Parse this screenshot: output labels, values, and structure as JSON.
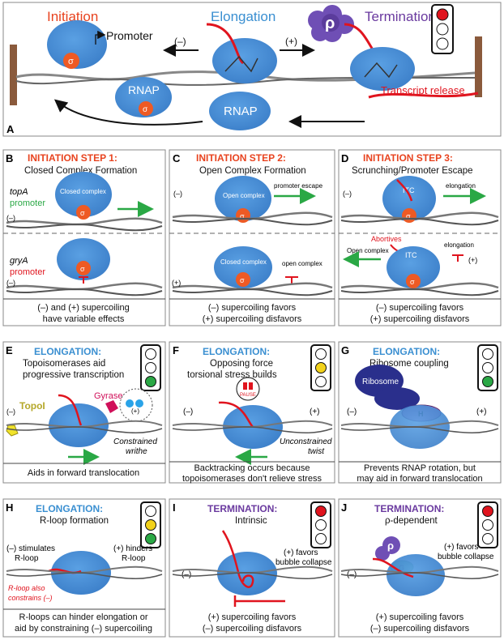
{
  "panelA": {
    "letter": "A",
    "initiation": "Initiation",
    "elongation": "Elongation",
    "termination": "Termination",
    "promoter": "Promoter",
    "neg": "(–)",
    "pos": "(+)",
    "rho": "ρ",
    "sigma": "σ",
    "rnap": "RNAP",
    "transcript_release": "Transcript release"
  },
  "panelB": {
    "letter": "B",
    "title": "INITIATION STEP 1:",
    "subtitle": "Closed Complex Formation",
    "gene1": "topA",
    "prom1": "promoter",
    "gene2": "gryA",
    "prom2": "promoter",
    "complex": "Closed complex",
    "neg": "(–)",
    "caption1": "(–) and (+) supercoiling",
    "caption2": "have variable effects"
  },
  "panelC": {
    "letter": "C",
    "title": "INITIATION STEP 2:",
    "subtitle": "Open Complex Formation",
    "complex_top": "Open complex",
    "escape": "promoter escape",
    "complex_bottom": "Closed complex",
    "open_label": "open complex",
    "neg": "(–)",
    "pos": "(+)",
    "caption1": "(–) supercoiling favors",
    "caption2": "(+) supercoiling disfavors"
  },
  "panelD": {
    "letter": "D",
    "title": "INITIATION STEP 3:",
    "subtitle": "Scrunching/Promoter Escape",
    "itc": "ITC",
    "elongation": "elongation",
    "abortives": "Abortives",
    "open_complex": "Open complex",
    "neg": "(–)",
    "pos": "(+)",
    "caption1": "(–) supercoiling favors",
    "caption2": "(+) supercoiling disfavors"
  },
  "panelE": {
    "letter": "E",
    "title": "ELONGATION:",
    "sub1": "Topoisomerases aid",
    "sub2": "progressive transcription",
    "gyrase": "Gyrase",
    "topo": "TopoI",
    "neg": "(–)",
    "pos": "(+)",
    "constrained1": "Constrained",
    "constrained2": "writhe",
    "caption": "Aids in forward translocation"
  },
  "panelF": {
    "letter": "F",
    "title": "ELONGATION:",
    "sub1": "Opposing force",
    "sub2": "torsional stress builds",
    "pause": "PAUSE",
    "neg": "(–)",
    "pos": "(+)",
    "unc1": "Unconstrained",
    "unc2": "twist",
    "caption1": "Backtracking occurs because",
    "caption2": "topoisomerases don't relieve stress"
  },
  "panelG": {
    "letter": "G",
    "title": "ELONGATION:",
    "subtitle": "Ribosome coupling",
    "ribosome": "Ribosome",
    "h": "H",
    "neg": "(–)",
    "pos": "(+)",
    "caption1": "Prevents RNAP rotation, but",
    "caption2": "may aid in forward translocation"
  },
  "panelH": {
    "letter": "H",
    "title": "ELONGATION:",
    "subtitle": "R-loop formation",
    "stim1": "(–) stimulates",
    "stim2": "R-loop",
    "hind1": "(+) hinders",
    "hind2": "R-loop",
    "also1": "R-loop also",
    "also2": "constrains (–)",
    "caption1": "R-loops can hinder elongation or",
    "caption2": "aid by constraining (–) supercoiling"
  },
  "panelI": {
    "letter": "I",
    "title": "TERMINATION:",
    "subtitle": "Intrinsic",
    "neg": "(–)",
    "favor1": "(+) favors",
    "favor2": "bubble collapse",
    "caption1": "(+) supercoiling favors",
    "caption2": "(–) supercoiling disfavors"
  },
  "panelJ": {
    "letter": "J",
    "title": "TERMINATION:",
    "subtitle": "ρ-dependent",
    "rho": "ρ",
    "g": "G",
    "neg": "(–)",
    "favor1": "(+) favors",
    "favor2": "bubble collapse",
    "caption1": "(+) supercoiling favors",
    "caption2": "(–) supercoiling disfavors"
  },
  "colors": {
    "rnap": "#4d8fd6",
    "sigma": "#ee5a24",
    "red": "#e0141e",
    "green": "#2aa845",
    "yellow": "#f2d21b",
    "purple": "#6f4fb5",
    "navy": "#2a2f8c"
  }
}
